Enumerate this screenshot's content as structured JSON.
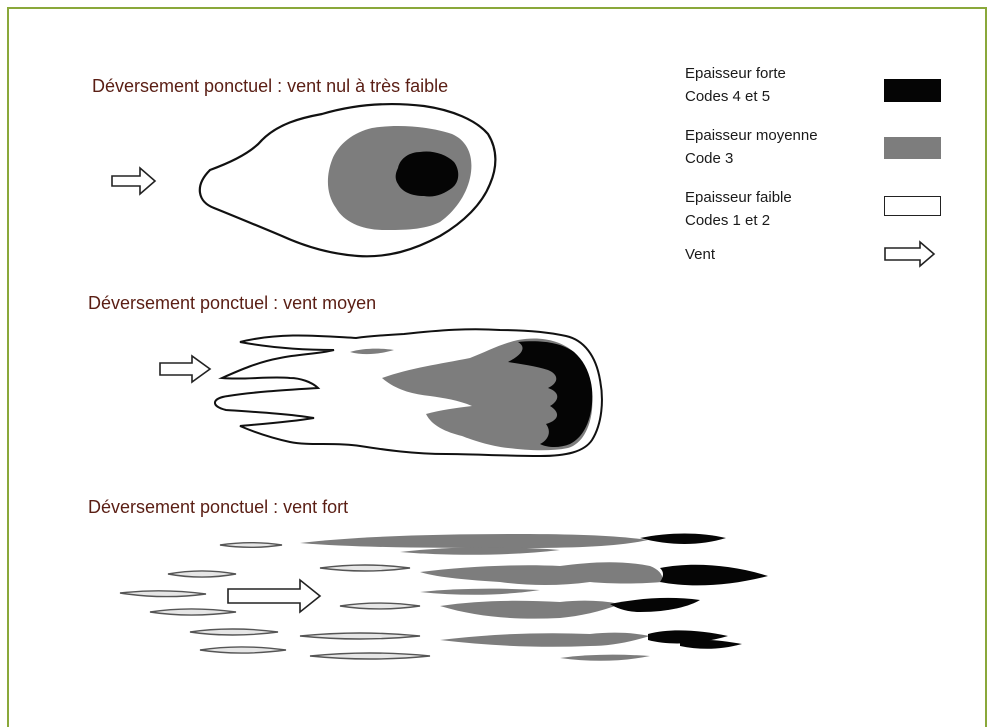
{
  "titles": {
    "calm": "Déversement ponctuel : vent nul à très faible",
    "medium": "Déversement ponctuel : vent moyen",
    "strong": "Déversement ponctuel : vent fort"
  },
  "legend": {
    "strong": [
      "Epaisseur forte",
      "Codes 4 et 5"
    ],
    "medium": [
      "Epaisseur moyenne",
      "Code 3"
    ],
    "weak": [
      "Epaisseur faible",
      "Codes 1 et 2"
    ],
    "wind": "Vent"
  },
  "colors": {
    "frame": "#8aa83a",
    "title": "#5a1e14",
    "thick": "#050505",
    "medium": "#7d7d7d",
    "thin": "#ffffff"
  },
  "icons": {
    "wind": "wind-arrow-icon"
  }
}
